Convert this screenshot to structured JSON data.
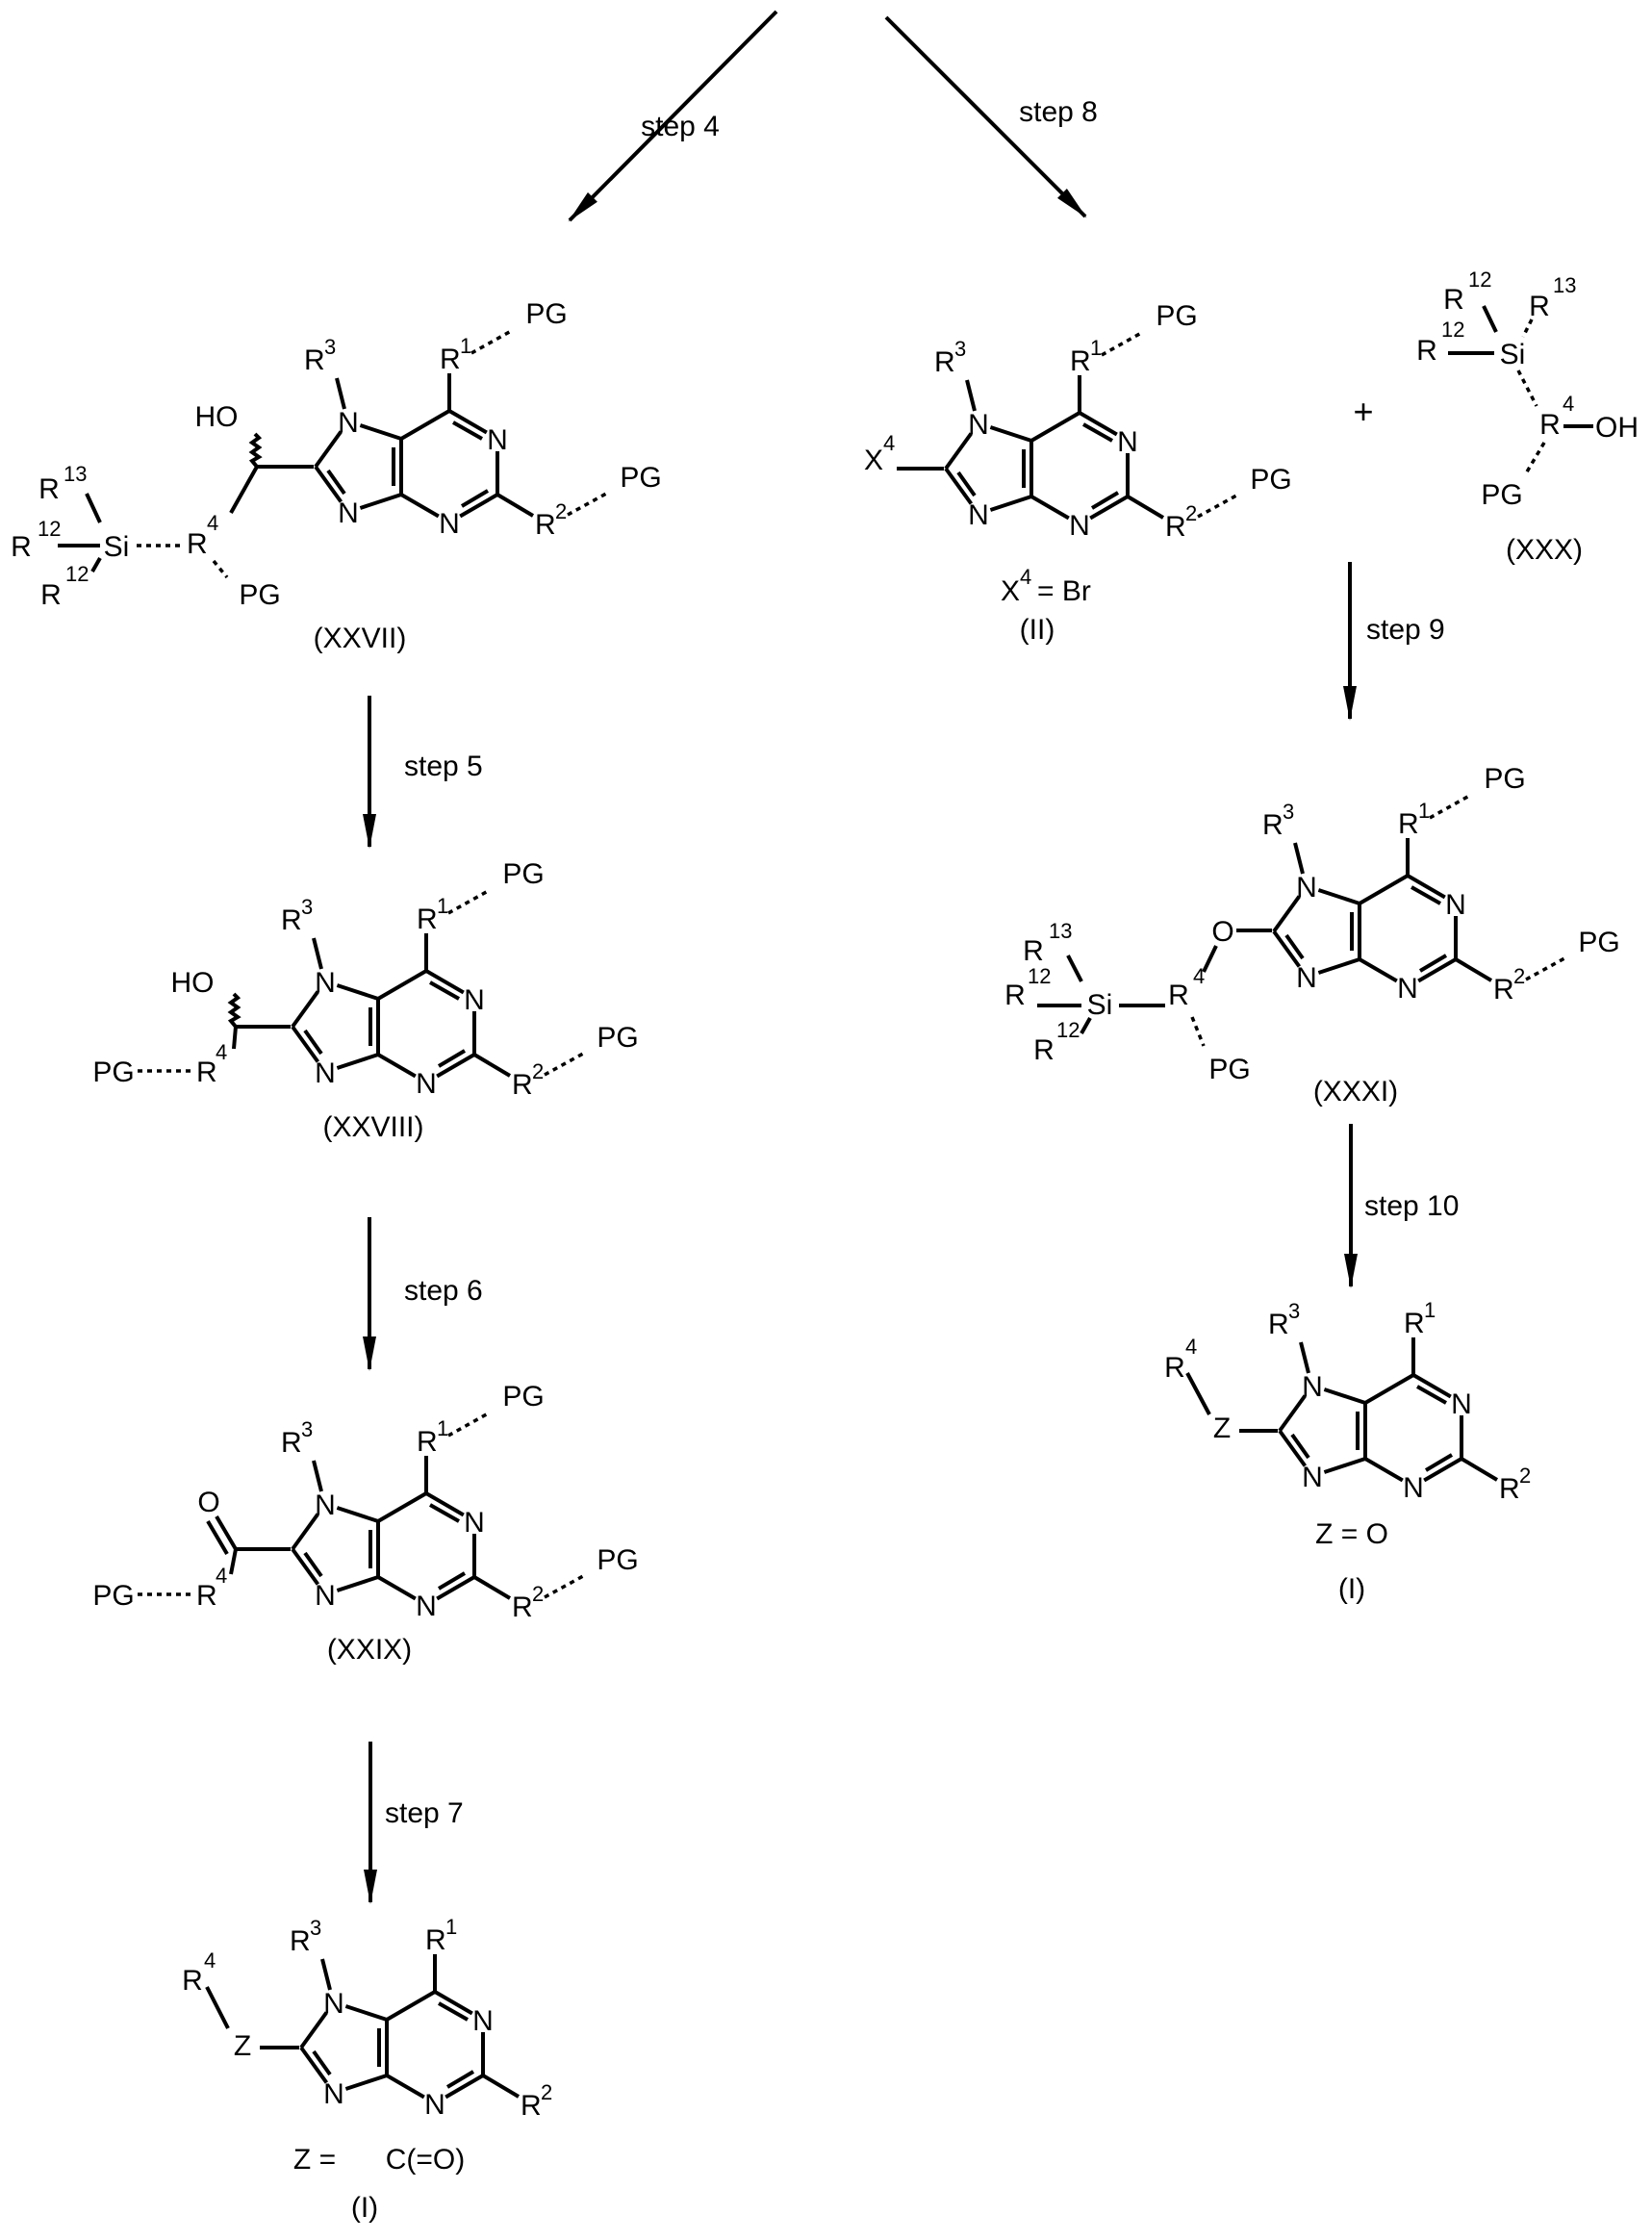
{
  "steps": {
    "step4": "step 4",
    "step5": "step 5",
    "step6": "step 6",
    "step7": "step 7",
    "step8": "step 8",
    "step9": "step 9",
    "step10": "step 10"
  },
  "compounds": {
    "XXVII": "(XXVII)",
    "XXVIII": "(XXVIII)",
    "XXIX": "(XXIX)",
    "I_left": "(I)",
    "II": "(II)",
    "XXX": "(XXX)",
    "XXXI": "(XXXI)",
    "I_right": "(I)"
  },
  "conditions": {
    "x4_eq": "= Br",
    "z_left_lhs": "Z =",
    "z_left_rhs": "C(=O)",
    "z_right": "Z = O"
  },
  "plus": "+",
  "atoms": {
    "N": "N",
    "R": "R",
    "PG": "PG",
    "HO": "HO",
    "O": "O",
    "OH": "OH",
    "Si": "Si",
    "Z": "Z",
    "X": "X"
  },
  "sup": {
    "1": "1",
    "2": "2",
    "3": "3",
    "4": "4",
    "12": "12",
    "13": "13"
  }
}
